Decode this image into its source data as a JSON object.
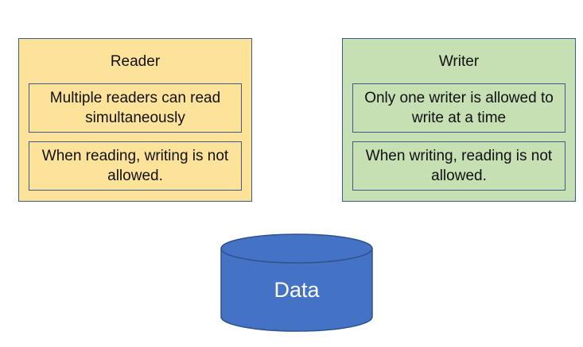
{
  "reader": {
    "title": "Reader",
    "rules": [
      "Multiple readers can read simultaneously",
      "When reading, writing is not allowed."
    ]
  },
  "writer": {
    "title": "Writer",
    "rules": [
      "Only one writer is allowed to write at a time",
      "When writing, reading is not allowed."
    ]
  },
  "data_store": {
    "label": "Data"
  },
  "colors": {
    "reader_fill": "#fde299",
    "writer_fill": "#c6e0b4",
    "border": "#3f5b8a",
    "cylinder_fill": "#4472c4",
    "cylinder_stroke": "#2f528f"
  }
}
